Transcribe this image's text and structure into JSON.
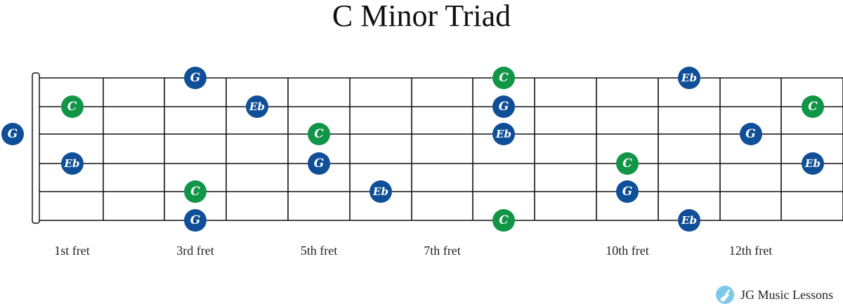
{
  "title": "C Minor Triad",
  "colors": {
    "root": "#119547",
    "other": "#0f4f97",
    "line": "#111111"
  },
  "fret_labels": [
    {
      "fret": 1,
      "text": "1st fret"
    },
    {
      "fret": 3,
      "text": "3rd fret"
    },
    {
      "fret": 5,
      "text": "5th fret"
    },
    {
      "fret": 7,
      "text": "7th fret"
    },
    {
      "fret": 10,
      "text": "10th fret"
    },
    {
      "fret": 12,
      "text": "12th fret"
    }
  ],
  "notes": [
    {
      "string": 6,
      "fret": 3,
      "label": "G",
      "root": false
    },
    {
      "string": 6,
      "fret": 8,
      "label": "C",
      "root": true
    },
    {
      "string": 6,
      "fret": 11,
      "label": "Eb",
      "root": false
    },
    {
      "string": 5,
      "fret": 1,
      "label": "C",
      "root": true
    },
    {
      "string": 5,
      "fret": 4,
      "label": "Eb",
      "root": false
    },
    {
      "string": 5,
      "fret": 8,
      "label": "G",
      "root": false
    },
    {
      "string": 5,
      "fret": 13,
      "label": "C",
      "root": true
    },
    {
      "string": 4,
      "fret": 0,
      "label": "G",
      "root": false
    },
    {
      "string": 4,
      "fret": 5,
      "label": "C",
      "root": true
    },
    {
      "string": 4,
      "fret": 8,
      "label": "Eb",
      "root": false
    },
    {
      "string": 4,
      "fret": 12,
      "label": "G",
      "root": false
    },
    {
      "string": 3,
      "fret": 1,
      "label": "Eb",
      "root": false
    },
    {
      "string": 3,
      "fret": 5,
      "label": "G",
      "root": false
    },
    {
      "string": 3,
      "fret": 10,
      "label": "C",
      "root": true
    },
    {
      "string": 3,
      "fret": 13,
      "label": "Eb",
      "root": false
    },
    {
      "string": 2,
      "fret": 3,
      "label": "C",
      "root": true
    },
    {
      "string": 2,
      "fret": 6,
      "label": "Eb",
      "root": false
    },
    {
      "string": 2,
      "fret": 10,
      "label": "G",
      "root": false
    },
    {
      "string": 1,
      "fret": 3,
      "label": "G",
      "root": false
    },
    {
      "string": 1,
      "fret": 8,
      "label": "C",
      "root": true
    },
    {
      "string": 1,
      "fret": 11,
      "label": "Eb",
      "root": false
    }
  ],
  "brand": {
    "text": "JG Music Lessons",
    "logo_icon": "guitar-logo-icon"
  }
}
